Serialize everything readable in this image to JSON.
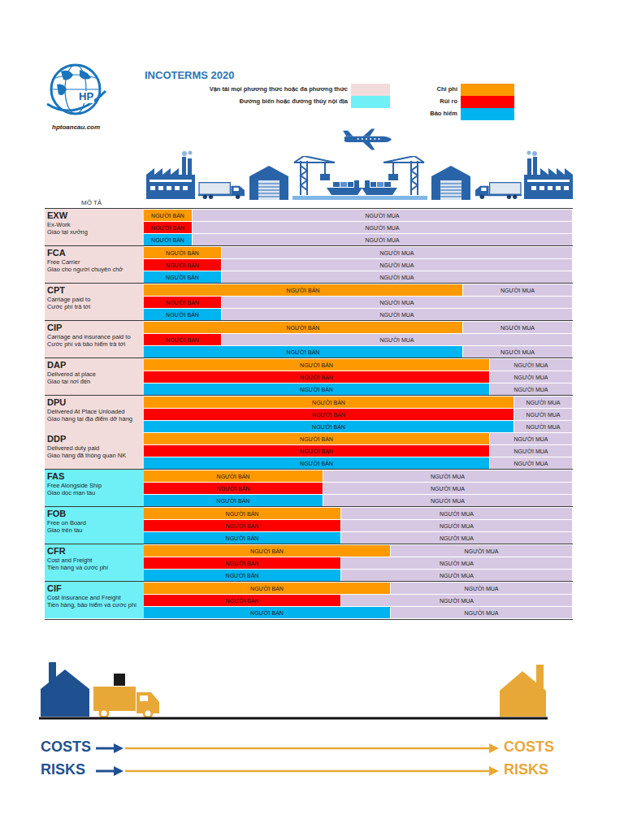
{
  "diagram": {
    "title": "INCOTERMS 2020",
    "nodes": [
      {
        "text": [
          "EXW",
          "Ex-Work",
          "Giao tại xưởng"
        ]
      },
      {
        "text": [
          "NGƯỜI BÁN"
        ]
      },
      {
        "text": [
          "NGƯỜI MUA"
        ]
      },
      {
        "text": [
          "NGƯỜI BÁN"
        ]
      },
      {
        "text": [
          "NGƯỜI MUA"
        ]
      },
      {
        "text": [
          "NGƯỜI BÁN"
        ]
      },
      {
        "text": [
          "NGƯỜI MUA"
        ]
      },
      {
        "text": [
          "FCA",
          "Free Carrier",
          "Giao cho người chuyên chở"
        ]
      },
      {
        "text": [
          "NGƯỜI BÁN"
        ]
      },
      {
        "text": [
          "NGƯỜI MUA"
        ]
      },
      {
        "text": [
          "NGƯỜI BÁN"
        ]
      },
      {
        "text": [
          "NGƯỜI MUA"
        ]
      },
      {
        "text": [
          "NGƯỜI BÁN"
        ]
      },
      {
        "text": [
          "NGƯỜI MUA"
        ]
      },
      {
        "text": [
          "CPT",
          "Carriage paid to",
          "Cước phí trả tới"
        ]
      },
      {
        "text": [
          "NGƯỜI BÁN"
        ]
      },
      {
        "text": [
          "NGƯỜI MUA"
        ]
      },
      {
        "text": [
          "NGƯỜI BÁN"
        ]
      },
      {
        "text": [
          "NGƯỜI MUA"
        ]
      },
      {
        "text": [
          "NGƯỜI BÁN"
        ]
      },
      {
        "text": [
          "NGƯỜI MUA"
        ]
      },
      {
        "text": [
          "CIP",
          "Carriage and insurance paid to",
          "Cước phí và bảo hiểm trả tới"
        ]
      },
      {
        "text": [
          "NGƯỜI BÁN"
        ]
      },
      {
        "text": [
          "NGƯỜI MUA"
        ]
      },
      {
        "text": [
          "NGƯỜI BÁN"
        ]
      },
      {
        "text": [
          "NGƯỜI MUA"
        ]
      },
      {
        "text": [
          "NGƯỜI BÁN"
        ]
      },
      {
        "text": [
          "NGƯỜI MUA"
        ]
      },
      {
        "text": [
          "DAP",
          "Delivered at place",
          "Giao tại nơi đến"
        ]
      },
      {
        "text": [
          "NGƯỜI BÁN"
        ]
      },
      {
        "text": [
          "NGƯỜI MUA"
        ]
      },
      {
        "text": [
          "NGƯỜI BÁN"
        ]
      },
      {
        "text": [
          "NGƯỜI MUA"
        ]
      },
      {
        "text": [
          "NGƯỜI BÁN"
        ]
      },
      {
        "text": [
          "NGƯỜI MUA"
        ]
      },
      {
        "text": [
          "DPU",
          "Delivered At Place Unloaded",
          "Giao hàng tại địa điểm dỡ hàng"
        ]
      },
      {
        "text": [
          "NGƯỜI BÁN"
        ]
      },
      {
        "text": [
          "NGƯỜI MUA"
        ]
      },
      {
        "text": [
          "NGƯỜI BÁN"
        ]
      },
      {
        "text": [
          "NGƯỜI MUA"
        ]
      },
      {
        "text": [
          "NGƯỜI BÁN"
        ]
      },
      {
        "text": [
          "NGƯỜI MUA"
        ]
      },
      {
        "text": [
          "DDP",
          "Delivered duty paid",
          "Giao hàng đã thông quan NK"
        ]
      },
      {
        "text": [
          "NGƯỜI BÁN"
        ]
      },
      {
        "text": [
          "NGƯỜI MUA"
        ]
      },
      {
        "text": [
          "NGƯỜI BÁN"
        ]
      },
      {
        "text": [
          "NGƯỜI MUA"
        ]
      },
      {
        "text": [
          "NGƯỜI BÁN"
        ]
      },
      {
        "text": [
          "NGƯỜI MUA"
        ]
      },
      {
        "text": [
          "FAS",
          "Free Alongside Ship",
          "Giao dọc mạn tàu"
        ]
      },
      {
        "text": [
          "NGƯỜI BÁN"
        ]
      },
      {
        "text": [
          "NGƯỜI MUA"
        ]
      },
      {
        "text": [
          "NGƯỜI BÁN"
        ]
      },
      {
        "text": [
          "NGƯỜI MUA"
        ]
      },
      {
        "text": [
          "NGƯỜI BÁN"
        ]
      },
      {
        "text": [
          "NGƯỜI MUA"
        ]
      },
      {
        "text": [
          "FOB",
          "Free on Board",
          "Giao trên tàu"
        ]
      },
      {
        "text": [
          "NGƯỜI BÁN"
        ]
      },
      {
        "text": [
          "NGƯỜI MUA"
        ]
      },
      {
        "text": [
          "NGƯỜI BÁN"
        ]
      },
      {
        "text": [
          "NGƯỜI MUA"
        ]
      },
      {
        "text": [
          "NGƯỜI BÁN"
        ]
      },
      {
        "text": [
          "NGƯỜI MUA"
        ]
      },
      {
        "text": [
          "CFR",
          "Cost and Freight",
          "Tiền hàng và cước phí"
        ]
      },
      {
        "text": [
          "NGƯỜI BÁN"
        ]
      },
      {
        "text": [
          "NGƯỜI MUA"
        ]
      },
      {
        "text": [
          "NGƯỜI BÁN"
        ]
      },
      {
        "text": [
          "NGƯỜI MUA"
        ]
      },
      {
        "text": [
          "NGƯỜI BÁN"
        ]
      },
      {
        "text": [
          "NGƯỜI MUA"
        ]
      },
      {
        "text": [
          "CIF",
          "Cost Insurance and Freight",
          "Tiền hàng, bảo hiểm và cước phí"
        ]
      },
      {
        "text": [
          "NGƯỜI BÁN"
        ]
      },
      {
        "text": [
          "NGƯỜI MUA"
        ]
      },
      {
        "text": [
          "NGƯỜI BÁN"
        ]
      },
      {
        "text": [
          "NGƯỜI MUA"
        ]
      },
      {
        "text": [
          "NGƯỜI BÁN"
        ]
      },
      {
        "text": [
          "NGƯỜI MUA"
        ]
      }
    ],
    "labels": [
      "HP",
      "hptoancau.com",
      "MÔ TẢ",
      "COSTS",
      "RISKS",
      "COSTS",
      "RISKS"
    ],
    "legend": [
      {
        "text": "Vận tải mọi phương thức hoặc đa phương thức",
        "color": "#f2dcdb"
      },
      {
        "text": "Đường biển hoặc đường thủy nội địa",
        "color": "#6ff0f6"
      },
      {
        "text": "Chi phí",
        "color": "#ff9900"
      },
      {
        "text": "Rủi ro",
        "color": "#ff0000"
      },
      {
        "text": "Bảo hiểm",
        "color": "#00b4f0"
      }
    ]
  }
}
